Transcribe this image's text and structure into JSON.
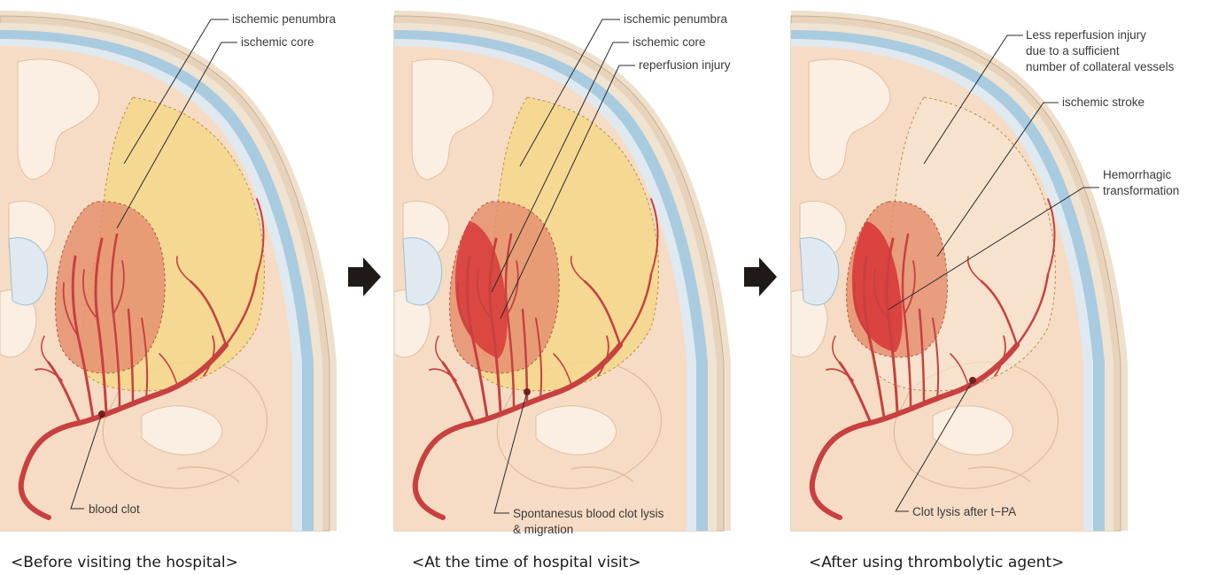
{
  "panels": [
    {
      "caption": "<Before visiting the hospital>",
      "labels": {
        "penumbra": "ischemic penumbra",
        "core": "ischemic core",
        "clot": "blood clot"
      }
    },
    {
      "caption": "<At the time of hospital visit>",
      "labels": {
        "penumbra": "ischemic penumbra",
        "core": "ischemic core",
        "reperfusion": "reperfusion injury",
        "lysis_1": "Spontanesus blood clot lysis",
        "lysis_2": "& migration"
      }
    },
    {
      "caption": "<After using thrombolytic agent>",
      "labels": {
        "less_1": "Less reperfusion injury",
        "less_2": "due to a sufficient",
        "less_3": "number of collateral vessels",
        "stroke": "ischemic stroke",
        "hemo_1": "Hemorrhagic",
        "hemo_2": "transformation",
        "tpa": "Clot lysis after t−PA"
      }
    }
  ],
  "colors": {
    "skull": "#f3e2cf",
    "csf": "#a9cbe0",
    "brain": "#f6dcc4",
    "gyrus_pale": "#fbeee2",
    "penumbra": "#f5d88a",
    "core": "#e59070",
    "reperfusion": "#d83a3a",
    "vessel": "#c8403f",
    "arrow": "#1f1a17"
  }
}
